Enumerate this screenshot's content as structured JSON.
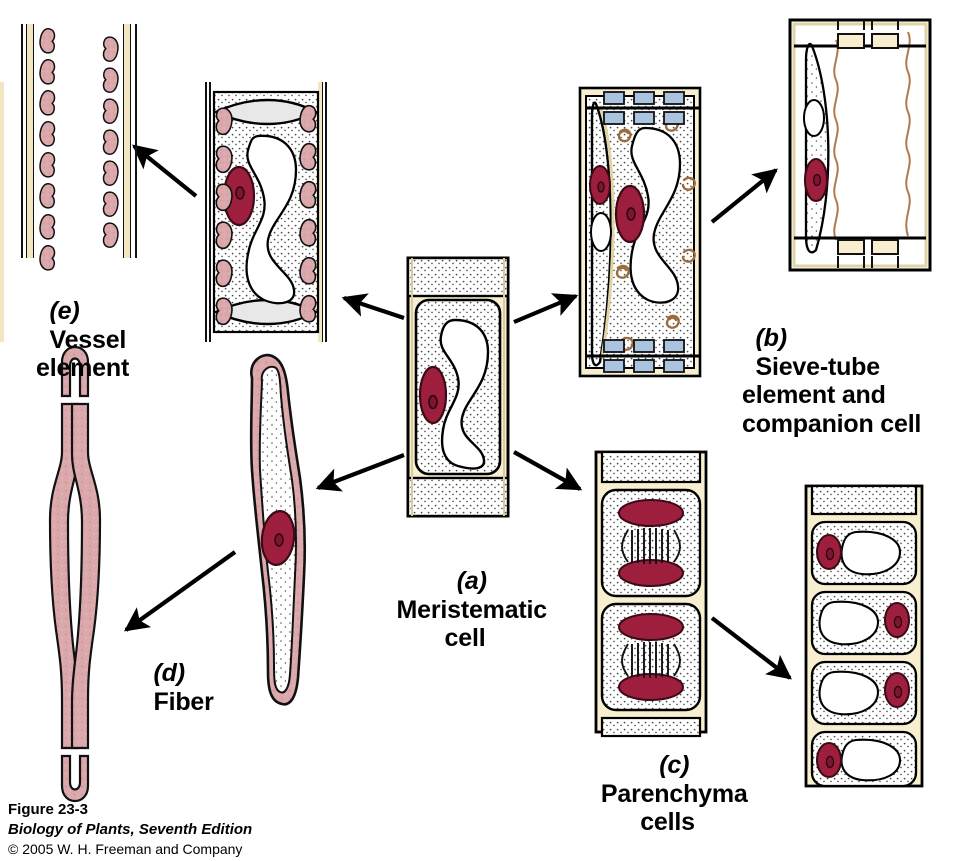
{
  "figure": {
    "type": "biology-diagram",
    "subject": "Differentiation of plant cell types from a meristematic cell",
    "background_color": "#ffffff"
  },
  "labels": {
    "a": {
      "letter": "(a)",
      "text": "Meristematic\ncell",
      "align": "center"
    },
    "b": {
      "letter": "(b)",
      "text": "Sieve-tube\nelement and\ncompanion cell",
      "align": "left"
    },
    "c": {
      "letter": "(c)",
      "text": "Parenchyma\ncells",
      "align": "center"
    },
    "d": {
      "letter": "(d)",
      "text": "Fiber",
      "align": "left"
    },
    "e": {
      "letter": "(e)",
      "text": "Vessel\nelement",
      "align": "left"
    }
  },
  "caption": {
    "figure_number": "Figure 23-3",
    "source_title": "Biology of Plants, Seventh Edition",
    "copyright": "© 2005 W. H. Freeman and Company"
  },
  "colors": {
    "cell_wall": "#f7efcf",
    "cell_wall_dark": "#e8dcae",
    "nucleus": "#9e1f3d",
    "nucleus_outline": "#3b0a16",
    "secondary_wall_pink": "#dba8ac",
    "secondary_wall_pink_dark": "#c88f96",
    "sieve_plate_blue": "#aac4e0",
    "organelle_brown": "#b98a5e",
    "end_plate_gray": "#e6e6e6",
    "outline": "#000000",
    "cytoplasm_stipple": "#555555",
    "vacuole": "#ffffff"
  },
  "structures": {
    "meristematic_cell": {
      "name": "(a) Meristematic cell",
      "parts": [
        "cell wall",
        "cytoplasm",
        "vacuole",
        "nucleus",
        "nucleolus"
      ]
    },
    "vessel_element_developing": {
      "name": "developing vessel element",
      "parts": [
        "secondary wall thickenings",
        "cytoplasm",
        "vacuole",
        "nucleus",
        "end walls"
      ]
    },
    "vessel_element_mature": {
      "name": "(e) Vessel element",
      "parts": [
        "secondary wall thickenings",
        "perforated end walls",
        "no living contents"
      ]
    },
    "sieve_tube_developing": {
      "name": "developing sieve-tube element and companion cell",
      "parts": [
        "sieve plate",
        "companion cell nucleus",
        "sieve-tube nucleus",
        "P-protein bodies",
        "vacuole"
      ]
    },
    "sieve_tube_mature": {
      "name": "(b) Sieve-tube element and companion cell",
      "parts": [
        "sieve plate pores",
        "companion cell with nucleus",
        "enucleate sieve-tube element"
      ]
    },
    "parenchyma_dividing": {
      "name": "dividing parenchyma cells",
      "parts": [
        "mitotic spindle",
        "chromosome masses",
        "cell wall",
        "cytoplasm"
      ]
    },
    "parenchyma_mature": {
      "name": "(c) Parenchyma cells",
      "parts": [
        "nucleus",
        "large vacuole",
        "thin primary wall"
      ]
    },
    "fiber_developing": {
      "name": "developing fiber",
      "parts": [
        "thick secondary wall",
        "cytoplasm",
        "nucleus",
        "tapered ends"
      ]
    },
    "fiber_mature": {
      "name": "(d) Fiber",
      "parts": [
        "thick secondary wall",
        "narrow lumen",
        "no living contents"
      ]
    }
  },
  "arrows": [
    {
      "from": "meristematic_cell",
      "to": "vessel_element_developing"
    },
    {
      "from": "meristematic_cell",
      "to": "sieve_tube_developing"
    },
    {
      "from": "meristematic_cell",
      "to": "parenchyma_dividing"
    },
    {
      "from": "meristematic_cell",
      "to": "fiber_developing"
    },
    {
      "from": "vessel_element_developing",
      "to": "vessel_element_mature"
    },
    {
      "from": "sieve_tube_developing",
      "to": "sieve_tube_mature"
    },
    {
      "from": "parenchyma_dividing",
      "to": "parenchyma_mature"
    },
    {
      "from": "fiber_developing",
      "to": "fiber_mature"
    }
  ]
}
